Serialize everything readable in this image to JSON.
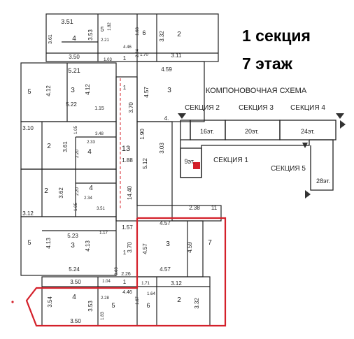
{
  "title": {
    "section": "1 секция",
    "floor": "7 этаж"
  },
  "plan": {
    "labels": [
      {
        "id": "d351a",
        "text": "3.51"
      },
      {
        "id": "d361a",
        "text": "3.61"
      },
      {
        "id": "r4a",
        "text": "4"
      },
      {
        "id": "d353a",
        "text": "3.53"
      },
      {
        "id": "r5a",
        "text": "5"
      },
      {
        "id": "d182",
        "text": "1.82"
      },
      {
        "id": "d221",
        "text": "2.21"
      },
      {
        "id": "d446a",
        "text": "4.46"
      },
      {
        "id": "d168",
        "text": "1.68"
      },
      {
        "id": "r6a",
        "text": "6"
      },
      {
        "id": "d332a",
        "text": "3.32"
      },
      {
        "id": "r2a",
        "text": "2"
      },
      {
        "id": "d350a",
        "text": "3.50"
      },
      {
        "id": "d103a",
        "text": "1.03"
      },
      {
        "id": "d1a",
        "text": "1"
      },
      {
        "id": "d224",
        "text": "2.24"
      },
      {
        "id": "d170",
        "text": "1.70"
      },
      {
        "id": "d311",
        "text": "3.11"
      },
      {
        "id": "d521",
        "text": "5.21"
      },
      {
        "id": "r5b",
        "text": "5"
      },
      {
        "id": "d412a",
        "text": "4.12"
      },
      {
        "id": "r3a",
        "text": "3"
      },
      {
        "id": "d412b",
        "text": "4.12"
      },
      {
        "id": "d522",
        "text": "5.22"
      },
      {
        "id": "d115",
        "text": "1.15"
      },
      {
        "id": "d459a",
        "text": "4.59"
      },
      {
        "id": "d457a",
        "text": "4.57"
      },
      {
        "id": "r3b",
        "text": "3"
      },
      {
        "id": "d370a",
        "text": "3.70"
      },
      {
        "id": "d1b",
        "text": "1"
      },
      {
        "id": "d4trunc",
        "text": "4."
      },
      {
        "id": "d310",
        "text": "3.10"
      },
      {
        "id": "r2b",
        "text": "2"
      },
      {
        "id": "d361b",
        "text": "3.61"
      },
      {
        "id": "d105a",
        "text": "1.05"
      },
      {
        "id": "d348",
        "text": "3.48"
      },
      {
        "id": "d233",
        "text": "2.33"
      },
      {
        "id": "r4b",
        "text": "4"
      },
      {
        "id": "d220a",
        "text": "2.20"
      },
      {
        "id": "d190",
        "text": "1.90"
      },
      {
        "id": "r13",
        "text": "13"
      },
      {
        "id": "d188",
        "text": "1.88"
      },
      {
        "id": "d303",
        "text": "3.03"
      },
      {
        "id": "d512",
        "text": "5.12"
      },
      {
        "id": "d1440",
        "text": "14.40"
      },
      {
        "id": "r2c",
        "text": "2"
      },
      {
        "id": "d362",
        "text": "3.62"
      },
      {
        "id": "d220b",
        "text": "2.20"
      },
      {
        "id": "d105b",
        "text": "1.05"
      },
      {
        "id": "r4c",
        "text": "4"
      },
      {
        "id": "d234",
        "text": "2.34"
      },
      {
        "id": "d351b",
        "text": "3.51"
      },
      {
        "id": "d312a",
        "text": "3.12"
      },
      {
        "id": "d238",
        "text": "2.38"
      },
      {
        "id": "d11",
        "text": "11"
      },
      {
        "id": "d523",
        "text": "5.23"
      },
      {
        "id": "r5c",
        "text": "5"
      },
      {
        "id": "d413a",
        "text": "4.13"
      },
      {
        "id": "r3c",
        "text": "3"
      },
      {
        "id": "d413b",
        "text": "4.13"
      },
      {
        "id": "d117",
        "text": "1.17"
      },
      {
        "id": "d157",
        "text": "1.57"
      },
      {
        "id": "d370b",
        "text": "3.70"
      },
      {
        "id": "d1c",
        "text": "1"
      },
      {
        "id": "d524",
        "text": "5.24"
      },
      {
        "id": "d069",
        "text": "0.69"
      },
      {
        "id": "d226",
        "text": "2.26"
      },
      {
        "id": "d457b",
        "text": "4.57"
      },
      {
        "id": "d457c",
        "text": "4.57"
      },
      {
        "id": "r3d",
        "text": "3"
      },
      {
        "id": "d459b",
        "text": "4.59"
      },
      {
        "id": "r7",
        "text": "7"
      },
      {
        "id": "d457d",
        "text": "4.57"
      },
      {
        "id": "d350b",
        "text": "3.50"
      },
      {
        "id": "d104",
        "text": "1.04"
      },
      {
        "id": "d1d",
        "text": "1"
      },
      {
        "id": "d171",
        "text": "1.71"
      },
      {
        "id": "d312b",
        "text": "3.12"
      },
      {
        "id": "d354",
        "text": "3.54"
      },
      {
        "id": "r4d",
        "text": "4"
      },
      {
        "id": "d353b",
        "text": "3.53"
      },
      {
        "id": "d228",
        "text": "2.28"
      },
      {
        "id": "r5d",
        "text": "5"
      },
      {
        "id": "d183",
        "text": "1.83"
      },
      {
        "id": "d446b",
        "text": "4.46"
      },
      {
        "id": "d167",
        "text": "1.67"
      },
      {
        "id": "r6b",
        "text": "6"
      },
      {
        "id": "d164",
        "text": "1.64"
      },
      {
        "id": "r2d",
        "text": "2"
      },
      {
        "id": "d332b",
        "text": "3.32"
      },
      {
        "id": "d350c",
        "text": "3.50"
      }
    ]
  },
  "scheme": {
    "title": "КОМПОНОВОЧНАЯ СХЕМА",
    "sections": [
      {
        "id": "s2",
        "label": "СЕКЦИЯ 2"
      },
      {
        "id": "s3",
        "label": "СЕКЦИЯ 3"
      },
      {
        "id": "s4",
        "label": "СЕКЦИЯ 4"
      }
    ],
    "section1": "СЕКЦИЯ 1",
    "section5": "СЕКЦИЯ 5",
    "floors": [
      {
        "id": "f16",
        "label": "16эт."
      },
      {
        "id": "f20",
        "label": "20эт."
      },
      {
        "id": "f24",
        "label": "24эт."
      },
      {
        "id": "f9",
        "label": "9эт."
      },
      {
        "id": "f28",
        "label": "28эт."
      }
    ]
  },
  "colors": {
    "highlight": "#d4202a",
    "wall": "#222222"
  }
}
